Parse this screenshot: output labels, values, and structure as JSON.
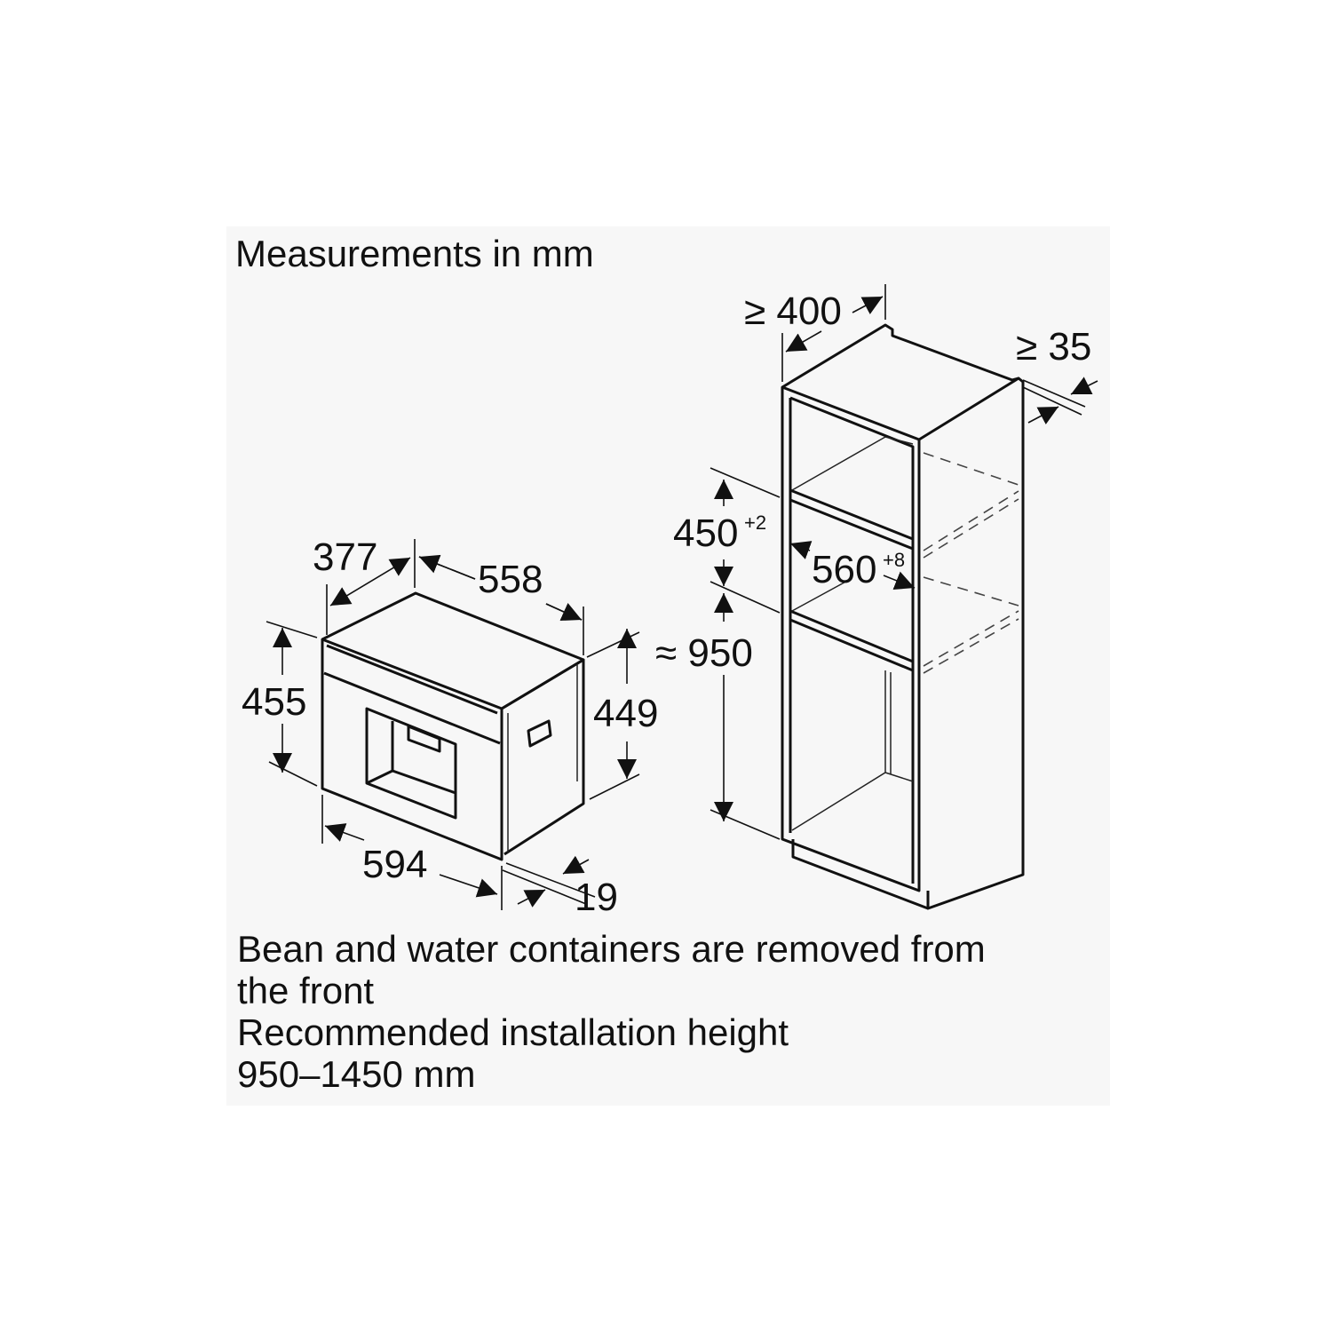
{
  "title": "Measurements in mm",
  "appliance_dims": {
    "depth_body": "377",
    "depth_total": "558",
    "height_front": "455",
    "height_body": "449",
    "width": "594",
    "front_thickness": "19"
  },
  "cabinet_dims": {
    "cabinet_depth": "≥ 400",
    "rear_gap": "≥ 35",
    "niche_height": "450",
    "niche_height_tol": "+2",
    "niche_width": "560",
    "niche_width_tol": "+8",
    "floor_height": "≈ 950"
  },
  "notes": [
    "Bean and water containers are removed from",
    "the front",
    "Recommended installation height",
    "950–1450 mm"
  ]
}
